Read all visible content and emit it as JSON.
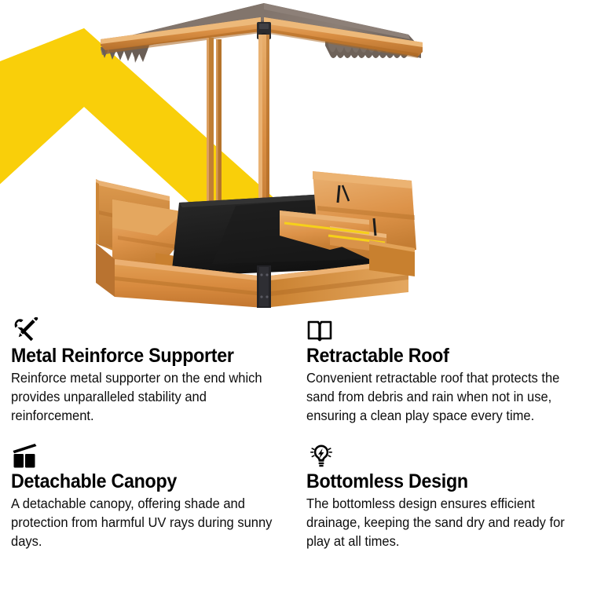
{
  "product_image": {
    "alt": "Wooden sandbox with retractable canopy roof and foldable bench seats",
    "colors": {
      "accent_yellow": "#f9cf0a",
      "wood_light": "#e0a25c",
      "wood_mid": "#d88b3f",
      "wood_dark": "#b96f2c",
      "wood_shadow": "#9a571f",
      "canopy_fabric": "#7d7068",
      "canopy_fabric_dark": "#6a5e56",
      "canopy_fabric_light": "#8d8078",
      "liner_black": "#1c1c1c",
      "metal_black": "#26262a",
      "background": "#ffffff"
    },
    "parts": [
      "canopy fabric roof",
      "scalloped valance edge",
      "wooden ridge beam",
      "corner posts",
      "metal bracket",
      "fold-out bench seat",
      "sandbox side wall",
      "black bottom liner"
    ]
  },
  "features": [
    {
      "icon": "tools-icon",
      "title": "Metal Reinforce Supporter",
      "body": "Reinforce metal supporter on the end which provides unparalleled stability and reinforcement."
    },
    {
      "icon": "open-book-icon",
      "title": "Retractable Roof",
      "body": "Convenient retractable roof that protects the sand from debris and rain when not in use, ensuring a clean play space every time."
    },
    {
      "icon": "canopy-icon",
      "title": "Detachable Canopy",
      "body": "A detachable canopy, offering shade and protection from harmful UV rays during sunny days."
    },
    {
      "icon": "lightbulb-icon",
      "title": "Bottomless Design",
      "body": "The bottomless design ensures efficient drainage, keeping the sand dry and ready for play at all times."
    }
  ]
}
